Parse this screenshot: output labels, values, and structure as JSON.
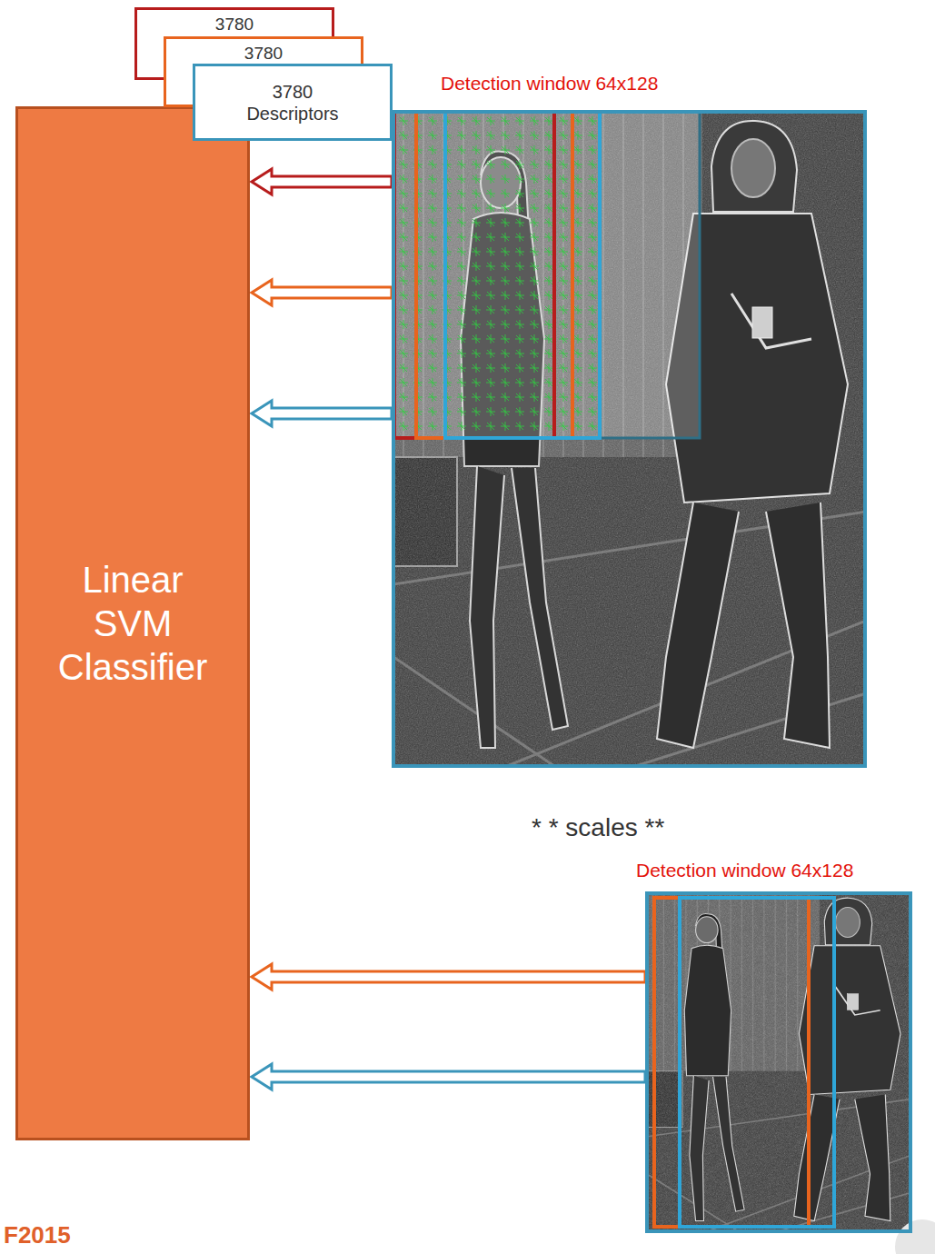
{
  "diagram": {
    "nodes": [
      {
        "text": [
          "3780"
        ]
      },
      {
        "text": [
          "3780"
        ]
      },
      {
        "text": [
          "3780 Descriptors"
        ]
      },
      {
        "text": [
          "Linear SVM Classifier"
        ]
      },
      {
        "text": [
          "Detection window 64x128"
        ]
      },
      {
        "text": [
          "Detection window 64x128"
        ]
      }
    ],
    "edges": [
      {
        "from": 4,
        "to": 3,
        "arrow": "to"
      },
      {
        "from": 4,
        "to": 3,
        "arrow": "to"
      },
      {
        "from": 4,
        "to": 3,
        "arrow": "to"
      },
      {
        "from": 5,
        "to": 3,
        "arrow": "to"
      },
      {
        "from": 5,
        "to": 3,
        "arrow": "to"
      }
    ],
    "labels": [
      "* * scales **",
      "F2015"
    ]
  }
}
